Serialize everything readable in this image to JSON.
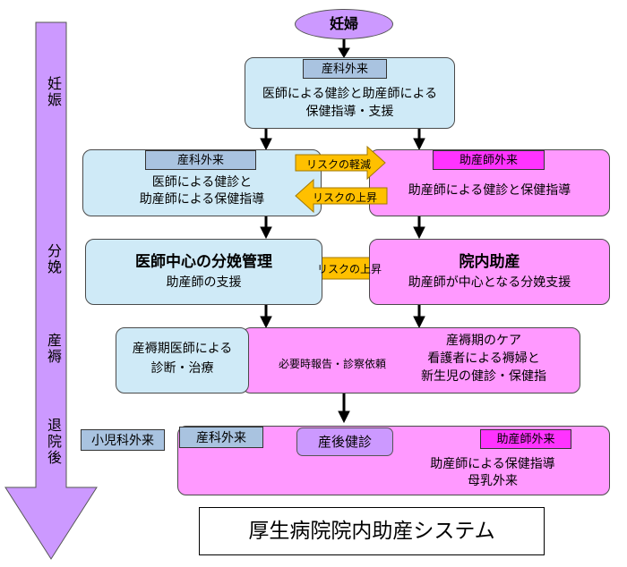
{
  "side_phases": [
    "妊娠",
    "分娩",
    "産褥",
    "退院後"
  ],
  "start_node": "妊婦",
  "top_box": {
    "tag": "産科外来",
    "text_line1": "医師による健診と助産師による",
    "text_line2": "保健指導・支援"
  },
  "left_box1": {
    "tag": "産科外来",
    "text_line1": "医師による健診と",
    "text_line2": "助産師による保健指導"
  },
  "right_box1": {
    "tag": "助産師外来",
    "text": "助産師による健診と保健指導"
  },
  "arrow_risk_reduce": "リスクの軽減",
  "arrow_risk_rise1": "リスクの上昇",
  "left_box2": {
    "title": "医師中心の分娩管理",
    "subtitle": "助産師の支援"
  },
  "right_box2": {
    "title": "院内助産",
    "subtitle": "助産師が中心となる分娩支援"
  },
  "arrow_risk_rise2": "リスクの上昇",
  "postpartum_left": {
    "line1": "産褥期医師による",
    "line2": "診断・治療"
  },
  "postpartum_right": {
    "line1": "産褥期のケア",
    "line2": "看護者による褥婦と",
    "line3": "新生児の健診・保健指"
  },
  "arrow_report": "必要時報告・診察依頼",
  "pediatric": "小児科外来",
  "bottom_box": {
    "tag_left": "産科外来",
    "center": "産後健診",
    "tag_right": "助産師外来",
    "line1": "助産師による保健指導",
    "line2": "母乳外来"
  },
  "system_title": "厚生病院院内助産システム",
  "colors": {
    "blue": "#cfeaf7",
    "pink": "#ff99ff",
    "magenta": "#ff33ff",
    "purple": "#cc99ff",
    "orange": "#ffc000",
    "tag_blue": "#a9c3e0"
  }
}
